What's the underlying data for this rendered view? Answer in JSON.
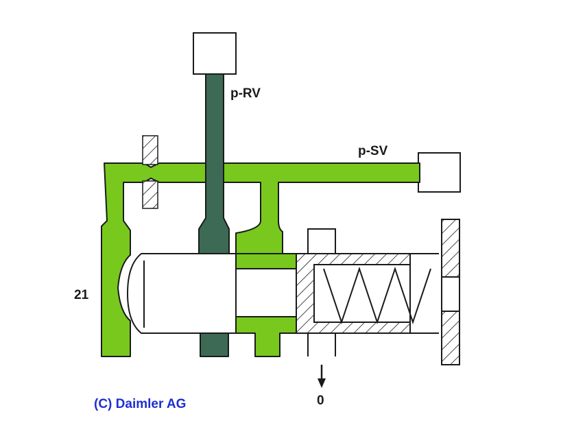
{
  "labels": {
    "p_rv": "p-RV",
    "p_sv": "p-SV",
    "port_21": "21",
    "port_0": "0"
  },
  "credit": "(C) Daimler AG",
  "colors": {
    "pressure_green": "#78c81e",
    "dark_green": "#3d6a54",
    "outline": "#1a1a1a",
    "credit_blue": "#1f2fd0"
  }
}
